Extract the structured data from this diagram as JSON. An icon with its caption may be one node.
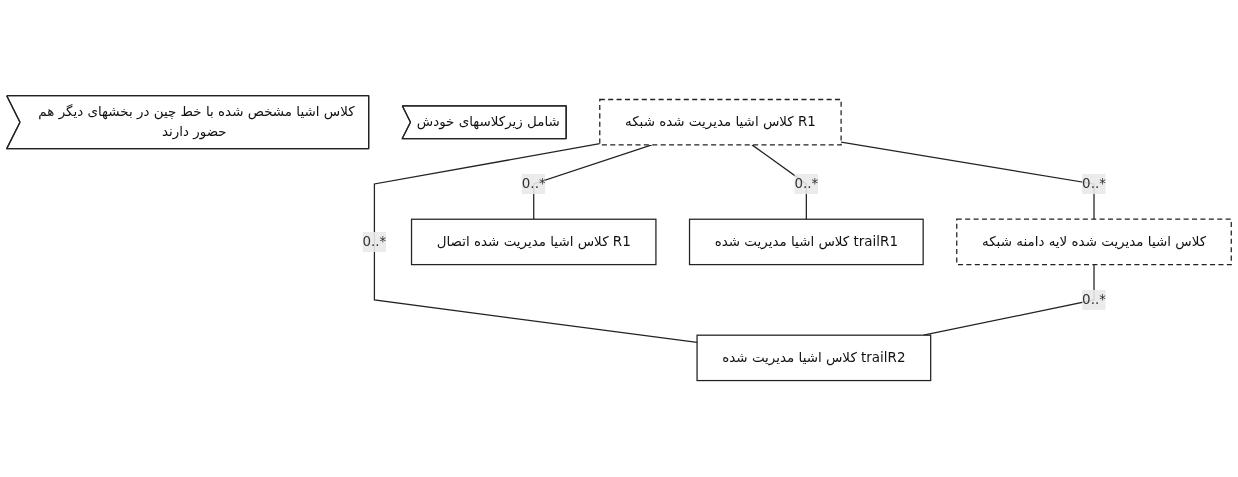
{
  "diagram": {
    "nodes": [
      {
        "text": [
          "کلاس اشیا مدیریت شده شبکه R1"
        ]
      },
      {
        "text": [
          "کلاس اشیا مدیریت شده لایه دامنه شبکه"
        ]
      },
      {
        "text": [
          "کلاس اشیا مدیریت شده اتصال R1"
        ]
      },
      {
        "text": [
          "کلاس اشیا مدیریت شده trailR1"
        ]
      },
      {
        "text": [
          "کلاس اشیا مدیریت شده trailR2"
        ]
      },
      {
        "text": [
          "کلاس اشیا مشخص شده با خط چین در بخشهای دیگر هم حضور دارند"
        ]
      },
      {
        "text": [
          "شامل زیرکلاسهای خودش"
        ]
      }
    ],
    "edges": [
      {
        "from": 0,
        "to": 2,
        "arrow": "none",
        "label": "0..*"
      },
      {
        "from": 0,
        "to": 3,
        "arrow": "none",
        "label": "0..*"
      },
      {
        "from": 0,
        "to": 4,
        "arrow": "none",
        "label": "0..*"
      },
      {
        "from": 0,
        "to": 1,
        "arrow": "none",
        "label": "0..*"
      },
      {
        "from": 1,
        "to": 4,
        "arrow": "none",
        "label": "0..*"
      }
    ]
  }
}
